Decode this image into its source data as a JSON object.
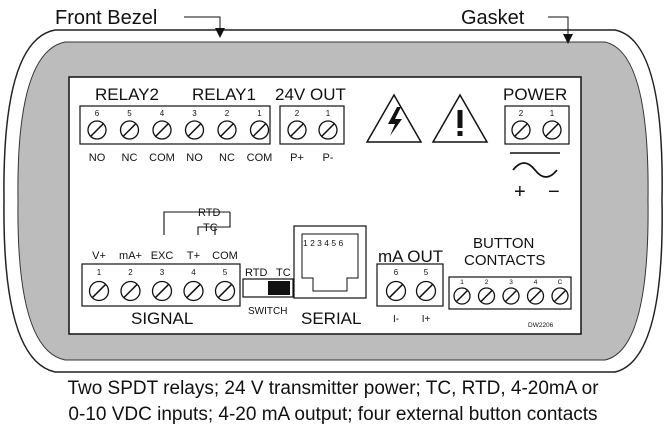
{
  "callouts": {
    "front_bezel": "Front Bezel",
    "gasket": "Gasket"
  },
  "relay2": {
    "title": "RELAY2",
    "numbers": [
      "6",
      "5",
      "4"
    ],
    "labels": [
      "NO",
      "NC",
      "COM"
    ]
  },
  "relay1": {
    "title": "RELAY1",
    "numbers": [
      "3",
      "2",
      "1"
    ],
    "labels": [
      "NO",
      "NC",
      "COM"
    ]
  },
  "out24v": {
    "title": "24V OUT",
    "numbers": [
      "2",
      "1"
    ],
    "labels": [
      "P+",
      "P-"
    ]
  },
  "power": {
    "title": "POWER",
    "numbers": [
      "2",
      "1"
    ],
    "plus": "+",
    "minus": "−"
  },
  "input_selector": {
    "rtd": "RTD",
    "tc": "TC"
  },
  "signal": {
    "title": "SIGNAL",
    "labels": [
      "V+",
      "mA+",
      "EXC",
      "T+",
      "COM"
    ],
    "numbers": [
      "1",
      "2",
      "3",
      "4",
      "5"
    ]
  },
  "switch": {
    "left": "RTD",
    "right": "TC",
    "title": "SWITCH"
  },
  "serial": {
    "title": "SERIAL",
    "pins": "1 2 3 4 5 6"
  },
  "ma_out": {
    "title": "mA OUT",
    "numbers": [
      "6",
      "5"
    ],
    "labels": [
      "I-",
      "I+"
    ]
  },
  "buttons": {
    "title_line1": "BUTTON",
    "title_line2": "CONTACTS",
    "numbers": [
      "1",
      "2",
      "3",
      "4",
      "C"
    ]
  },
  "drawing_number": "DW2206",
  "caption": {
    "line1": "Two SPDT relays; 24 V transmitter power; TC, RTD, 4-20mA or",
    "line2": "0-10 VDC inputs; 4-20 mA output; four external button contacts"
  }
}
